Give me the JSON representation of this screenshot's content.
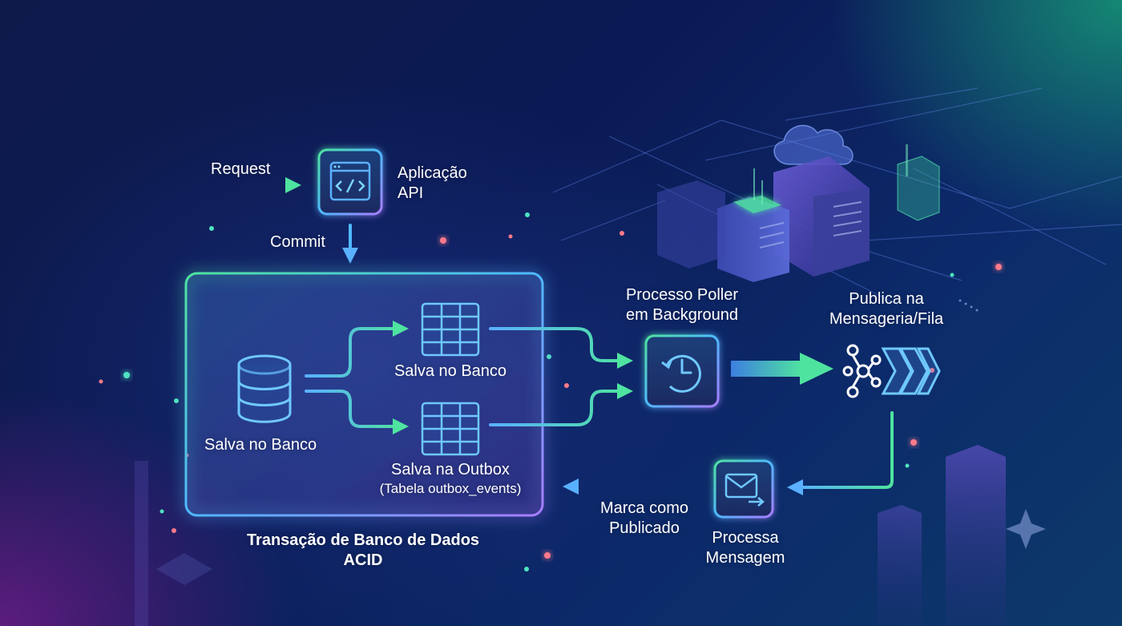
{
  "request_label": "Request",
  "app": {
    "line1": "Aplicação",
    "line2": "API"
  },
  "commit_label": "Commit",
  "transaction": {
    "db_label": "Salva no Banco",
    "table_top_label": "Salva no Banco",
    "table_bottom_label": "Salva na Outbox",
    "table_bottom_sub": "(Tabela outbox_events)",
    "caption_line1": "Transação de Banco de Dados",
    "caption_line2": "ACID"
  },
  "poller": {
    "line1": "Processo Poller",
    "line2": "em Background"
  },
  "publish": {
    "line1": "Publica na",
    "line2": "Mensageria/Fila"
  },
  "process": {
    "line1": "Processa",
    "line2": "Mensagem"
  },
  "mark": {
    "line1": "Marca como",
    "line2": "Publicado"
  },
  "colors": {
    "accent_green": "#4fe3a0",
    "accent_teal": "#3ed6c8",
    "accent_blue": "#5ab0ff",
    "accent_violet": "#a97cff",
    "background": "#0e1a4a"
  }
}
